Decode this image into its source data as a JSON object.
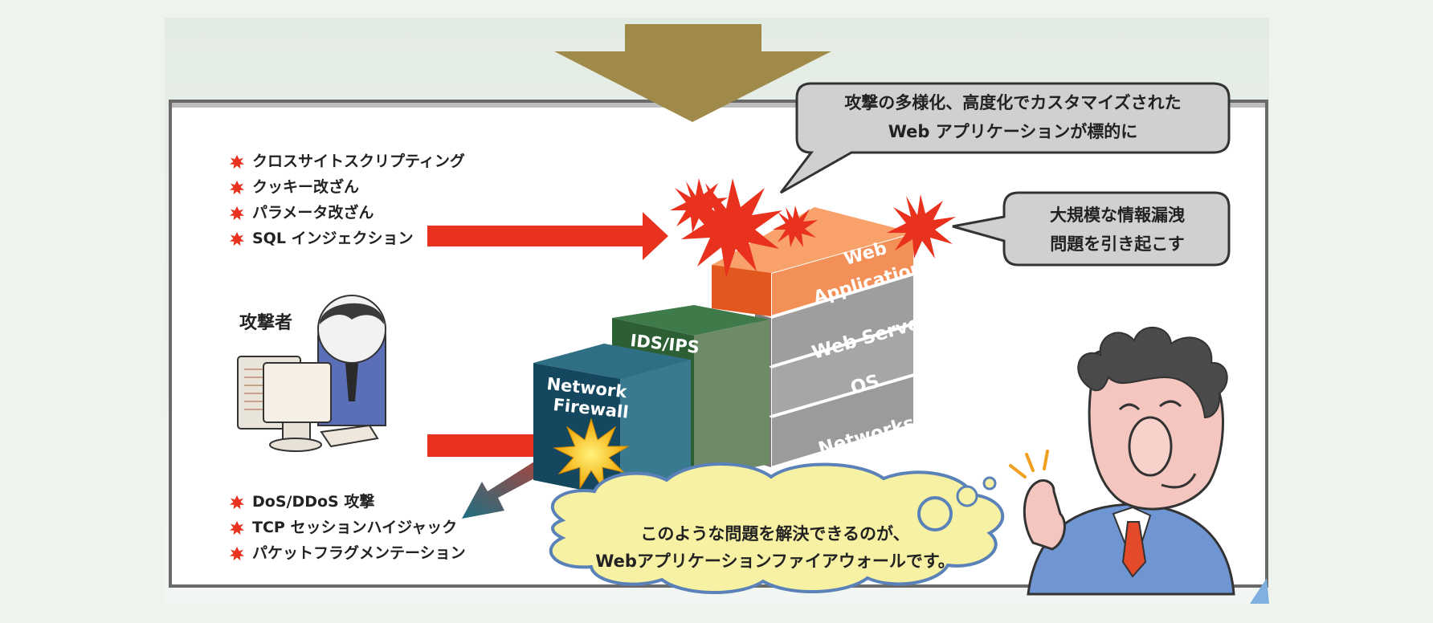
{
  "web_attacks": [
    "クロスサイトスクリプティング",
    "クッキー改ざん",
    "パラメータ改ざん",
    "SQL インジェクション"
  ],
  "network_attacks": [
    "DoS/DDoS 攻撃",
    "TCP セッションハイジャック",
    "パケットフラグメンテーション"
  ],
  "attacker_label": "攻撃者",
  "layers": {
    "web_application_1": "Web",
    "web_application_2": "Application",
    "web_server": "Web Server",
    "os": "OS",
    "networks": "Networks",
    "ids_ips": "IDS/IPS",
    "firewall_1": "Network",
    "firewall_2": "Firewall"
  },
  "callout_top": {
    "line1": "攻撃の多様化、高度化でカスタマイズされた",
    "line2": "Web アプリケーションが標的に"
  },
  "callout_right": {
    "line1": "大規模な情報漏洩",
    "line2": "問題を引き起こす"
  },
  "thought": {
    "line1": "このような問題を解決できるのが、",
    "line2": "Webアプリケーションファイアウォールです。"
  },
  "colors": {
    "arrow_red": "#e8321e",
    "down_arrow": "#a08a4a",
    "web_app": "#f07a3a",
    "ids": "#2e6a3a",
    "firewall": "#1e5a72",
    "server_gray": "#9a9a9a",
    "cloud": "#f6f0a0"
  }
}
